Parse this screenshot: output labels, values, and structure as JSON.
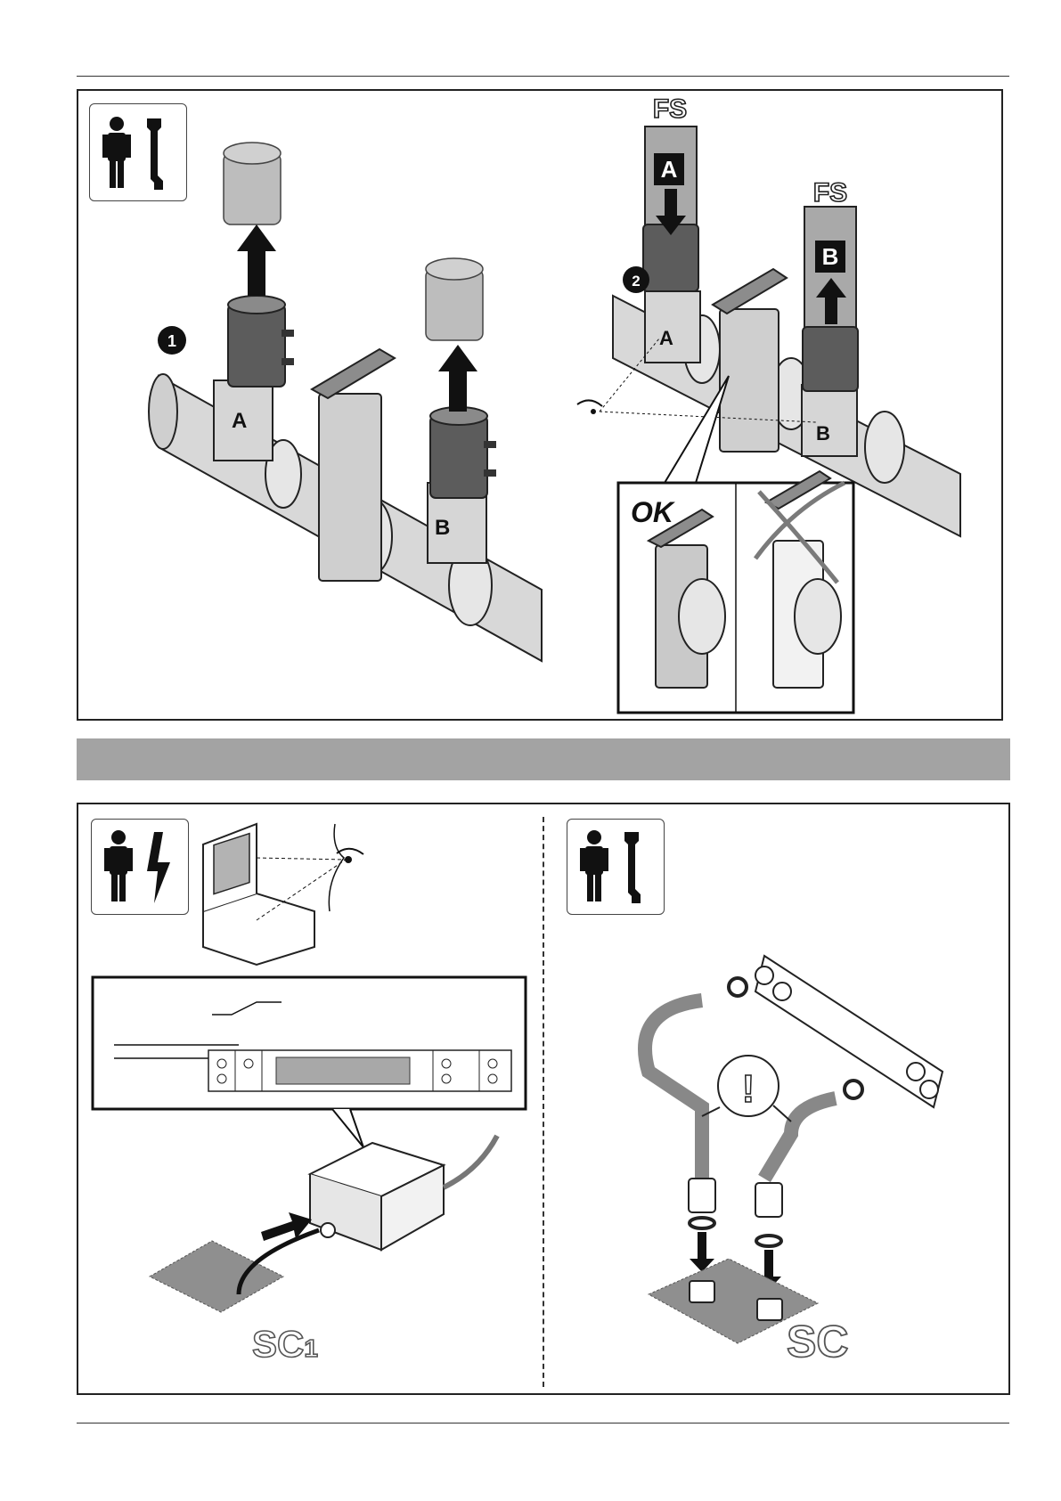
{
  "top_panel": {
    "step1": "1",
    "step2": "2",
    "fs_label_a": "FS",
    "fs_label_b": "FS",
    "port_a_flow": "A",
    "port_b_flow": "B",
    "port_a": "A",
    "port_b": "B",
    "port_a_right": "A",
    "port_b_right": "B",
    "ok_label": "OK"
  },
  "bottom_panel": {
    "sc1_label": "SC",
    "sc1_subscript": "1",
    "sc_label": "SC",
    "warning_symbol": "!"
  },
  "icons": [
    "technician-icon",
    "wrench-icon",
    "electric-bolt-icon",
    "eye-icon",
    "arrow-icon"
  ],
  "colors": {
    "band": "#a3a3a3",
    "pipe": "#d6d6d6",
    "dark": "#1c1c1c",
    "mid": "#6b6b6b"
  }
}
